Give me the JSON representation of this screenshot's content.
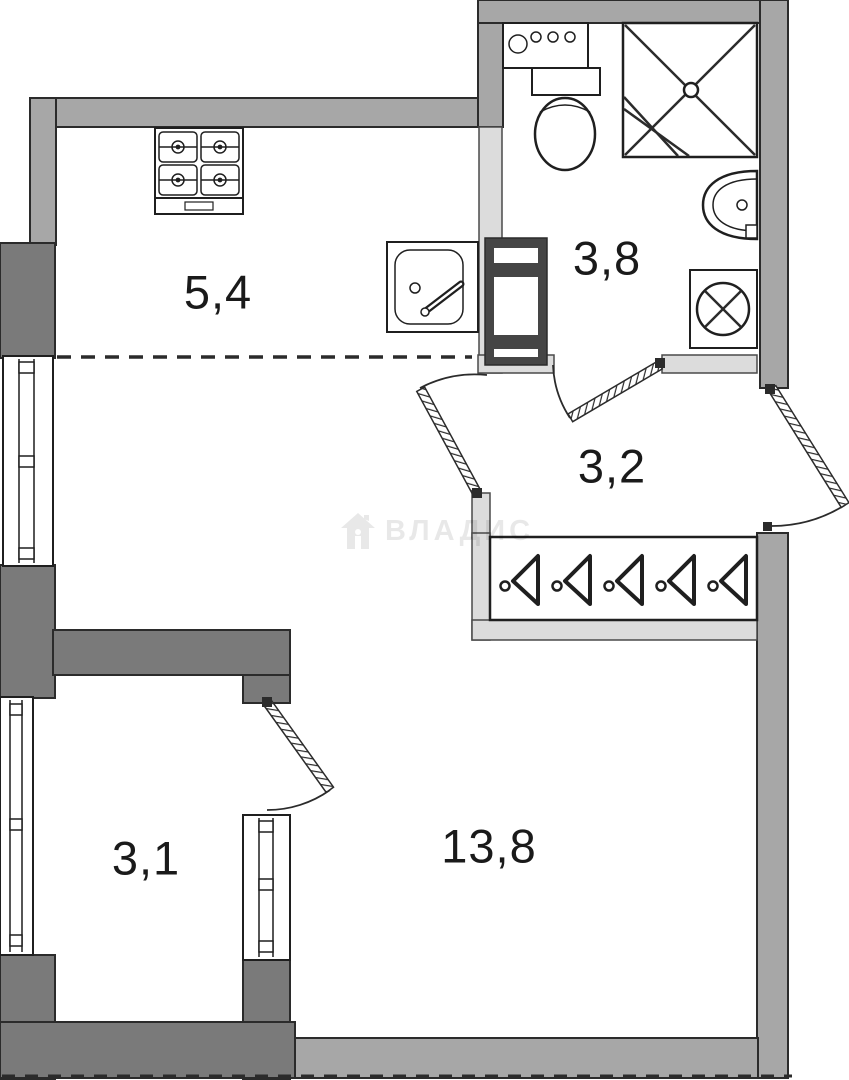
{
  "floor_plan": {
    "rooms": {
      "kitchen": {
        "area_label": "5,4"
      },
      "bathroom": {
        "area_label": "3,8"
      },
      "hallway": {
        "area_label": "3,2"
      },
      "living_room": {
        "area_label": "13,8"
      },
      "balcony": {
        "area_label": "3,1"
      }
    },
    "watermark": {
      "text": "ВЛАДИС",
      "icon": "house-icon"
    },
    "colors": {
      "wall_exterior": "#a7a7a7",
      "wall_dark": "#7a7a7a",
      "wall_partition": "#dcdcdc",
      "shaft": "#454545",
      "line": "#2b2b2b",
      "background": "#ffffff"
    },
    "icons": [
      "stove-icon",
      "kitchen-sink-icon",
      "duct-shaft-icon",
      "washer-counter-icon",
      "toilet-icon",
      "shower-cabin-icon",
      "bathroom-sink-icon",
      "washing-machine-icon",
      "wardrobe-hanger-icon",
      "window-icon",
      "door-swing-icon",
      "house-icon"
    ]
  }
}
